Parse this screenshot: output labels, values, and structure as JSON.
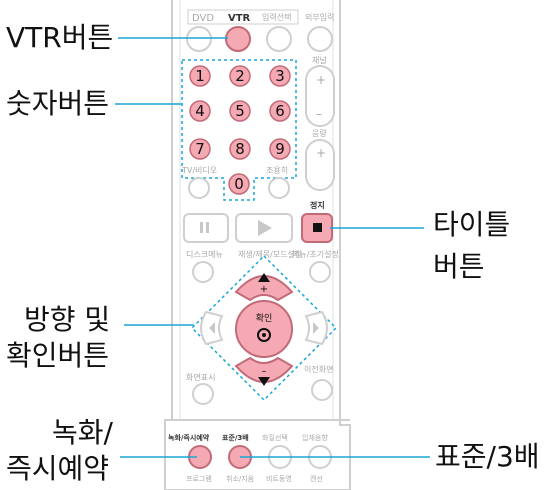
{
  "callouts": {
    "vtr_button": "VTR버튼",
    "number_buttons": "숫자버튼",
    "title_button_line1": "타이틀",
    "title_button_line2": "버튼",
    "direction_line1": "방향 및",
    "direction_line2": "확인버튼",
    "record_line1": "녹화/",
    "record_line2": "즉시예약",
    "standard_3x": "표준/3배"
  },
  "remote": {
    "top_labels": {
      "dvd": "DVD",
      "vtr": "VTR",
      "input_select": "입력선택",
      "external_input": "외부입력"
    },
    "channel_label": "채널",
    "volume_label": "음량",
    "numbers": [
      "1",
      "2",
      "3",
      "4",
      "5",
      "6",
      "7",
      "8",
      "9",
      "0"
    ],
    "tv_video_label": "TV/비디오",
    "mute_label": "조용히",
    "stop_label": "정지",
    "disc_menu_label": "디스크메뉴",
    "title_menu_label": "재생/제목/모드설정",
    "menu_setup_label": "메뉴/초기설정",
    "confirm_label": "확인",
    "screen_display_label": "화면표시",
    "previous_screen_label": "이전화면",
    "record_label": "녹화/즉시예약",
    "standard_label": "표준/3배",
    "picture_select_label": "화질선택",
    "stereo_label": "입체음향",
    "program_label": "프로그램",
    "cancel_label": "취소/지움",
    "dubbing_label": "비트동영",
    "repeat_label": "캔선"
  },
  "colors": {
    "accent_line": "#1aa6d6",
    "button_pink": "#f4a9b3",
    "button_pink_edge": "#c26a78",
    "remote_outline": "#c8c8c8"
  }
}
